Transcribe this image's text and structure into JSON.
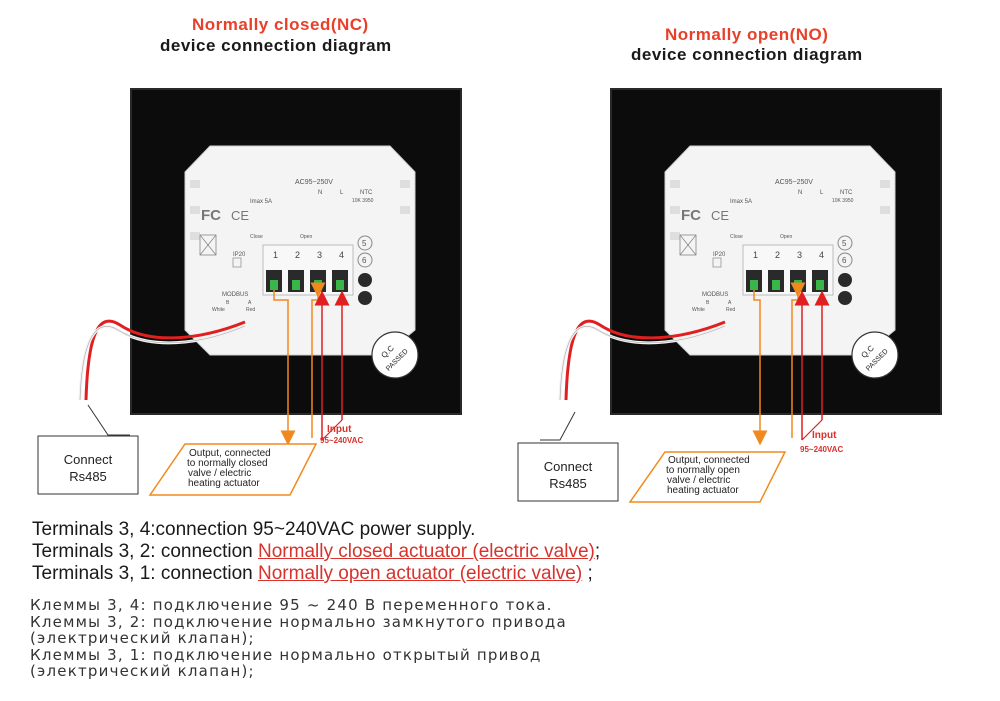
{
  "left": {
    "title_red": "Normally closed(NC)",
    "title_black": "device connection diagram",
    "connect_line1": "Connect",
    "connect_line2": "Rs485",
    "output_lines": [
      "Output, connected",
      "to normally closed",
      "valve / electric",
      "heating actuator"
    ],
    "input_label": "Input",
    "input_voltage": "95~240VAC"
  },
  "right": {
    "title_red": "Normally open(NO)",
    "title_black": "device connection diagram",
    "connect_line1": "Connect",
    "connect_line2": "Rs485",
    "output_lines": [
      "Output, connected",
      "to normally open",
      "valve / electric",
      "heating actuator"
    ],
    "input_label": "Input",
    "input_voltage": "95~240VAC"
  },
  "device": {
    "voltage": "AC95~250V",
    "imax": "Imax 5A",
    "n": "N",
    "l": "L",
    "ntc": "NTC",
    "ntc_value": "10K 3950",
    "close": "Close",
    "open": "Open",
    "terminals": [
      "1",
      "2",
      "3",
      "4"
    ],
    "t5": "5",
    "t6": "6",
    "ip": "IP20",
    "modbus": "MODBUS",
    "b": "B",
    "a": "A",
    "white": "White",
    "red": "Red",
    "qc1": "Q.C",
    "qc2": "PASSED",
    "fc": "FC",
    "ce": "CE"
  },
  "terms_en": {
    "line1": "Terminals 3, 4:connection  95~240VAC power supply.",
    "line2_prefix": "Terminals 3, 2: connection ",
    "line2_red": "Normally closed actuator (electric valve)",
    "line2_suffix": ";",
    "line3_prefix": "Terminals 3, 1: connection ",
    "line3_red": "Normally open actuator (electric valve)",
    "line3_suffix": " ;"
  },
  "terms_ru": [
    "Клеммы 3, 4: подключение 95 ~ 240 В переменного тока.",
    "Клеммы 3, 2: подключение нормально замкнутого привода",
    "(электрический клапан);",
    "Клеммы 3, 1: подключение нормально открытый привод",
    "(электрический клапан);"
  ],
  "colors": {
    "title_red": "#e8402a",
    "wire_orange": "#f08a1e",
    "wire_red": "#e02020",
    "panel": "#0c0c0c"
  }
}
